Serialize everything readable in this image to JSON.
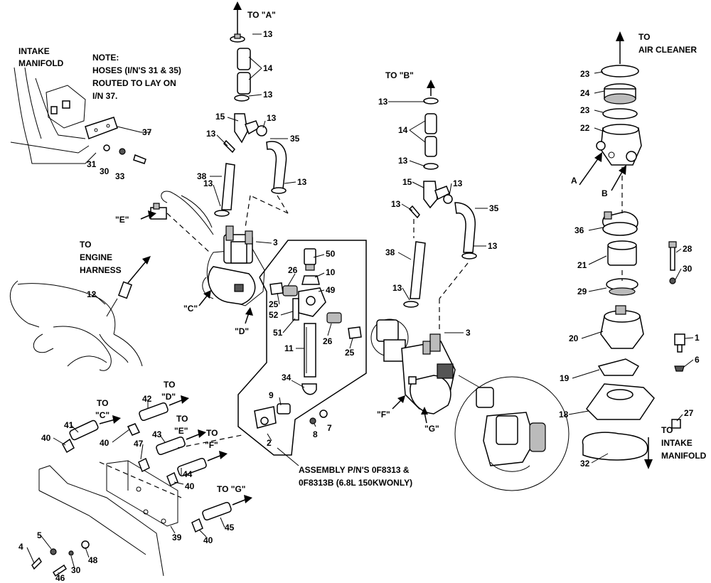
{
  "notes": {
    "intake_manifold_line1": "INTAKE",
    "intake_manifold_line2": "MANIFOLD",
    "note_line1": "NOTE:",
    "note_line2": "HOSES (I/N'S 31 & 35)",
    "note_line3": "ROUTED TO LAY ON",
    "note_line4": "I/N 37.",
    "to_a": "TO \"A\"",
    "to_b": "TO \"B\"",
    "to_air_cleaner_line1": "TO",
    "to_air_cleaner_line2": "AIR CLEANER",
    "to_engine_line1": "TO",
    "to_engine_line2": "ENGINE",
    "to_engine_line3": "HARNESS",
    "to_intake_line1": "TO",
    "to_intake_line2": "INTAKE",
    "to_intake_line3": "MANIFOLD",
    "to_c_line1": "TO",
    "to_c_line2": "\"C\"",
    "to_d_line1": "TO",
    "to_d_line2": "\"D\"",
    "to_e_line1": "TO",
    "to_e_line2": "\"E\"",
    "to_f_line1": "TO",
    "to_f_line2": "\"F\"",
    "to_g": "TO \"G\"",
    "assembly_line1": "ASSEMBLY P/N'S 0F8313 &",
    "assembly_line2": "0F8313B (6.8L 150KWONLY)"
  },
  "callout_letters": {
    "a": "A",
    "b": "B",
    "e": "\"E\"",
    "c": "\"C\"",
    "d": "\"D\"",
    "f": "\"F\"",
    "g": "\"G\""
  },
  "part_numbers": {
    "n13a": "13",
    "n14a": "14",
    "n13b": "13",
    "n15a": "15",
    "n13c": "13",
    "n13d": "13",
    "n35a": "35",
    "n38a": "38",
    "n13e": "13",
    "n13f": "13",
    "n3a": "3",
    "n37": "37",
    "n31": "31",
    "n30a": "30",
    "n33": "33",
    "n12": "12",
    "n50": "50",
    "n10": "10",
    "n26a": "26",
    "n49": "49",
    "n25a": "25",
    "n52": "52",
    "n51": "51",
    "n11": "11",
    "n26b": "26",
    "n25b": "25",
    "n34": "34",
    "n9": "9",
    "n8": "8",
    "n7": "7",
    "n2": "2",
    "n13g": "13",
    "n14b": "14",
    "n13h": "13",
    "n15b": "15",
    "n13i": "13",
    "n13j": "13",
    "n35b": "35",
    "n38b": "38",
    "n13k": "13",
    "n13l": "13",
    "n3b": "3",
    "n23a": "23",
    "n24": "24",
    "n23b": "23",
    "n22": "22",
    "n36": "36",
    "n21": "21",
    "n28": "28",
    "n30b": "30",
    "n29": "29",
    "n20": "20",
    "n1": "1",
    "n6": "6",
    "n19": "19",
    "n18": "18",
    "n27": "27",
    "n32": "32",
    "n41": "41",
    "n42": "42",
    "n40a": "40",
    "n40b": "40",
    "n43": "43",
    "n47": "47",
    "n44": "44",
    "n40c": "40",
    "n39": "39",
    "n45": "45",
    "n40d": "40",
    "n5": "5",
    "n4": "4",
    "n46": "46",
    "n30c": "30",
    "n48": "48"
  }
}
